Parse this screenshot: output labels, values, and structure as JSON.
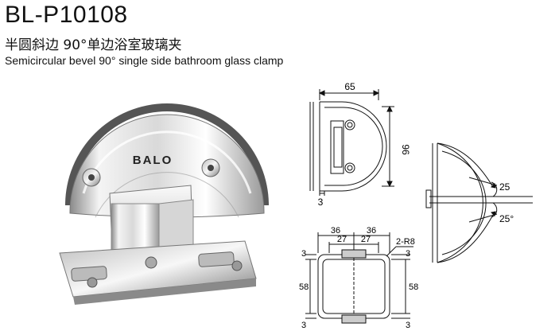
{
  "product": {
    "model": "BL-P10108",
    "name_cn": "半圆斜边 90°单边浴室玻璃夹",
    "name_en": "Semicircular bevel 90° single side bathroom glass clamp",
    "brand_logo": "BALO"
  },
  "drawing_side": {
    "width": "65",
    "height": "96",
    "gap": "3"
  },
  "drawing_angle": {
    "angle_top": "25",
    "angle_bottom": "25°"
  },
  "drawing_front": {
    "left_width": "36",
    "left_inner": "27",
    "right_width": "36",
    "right_inner": "27",
    "radius": "2-R8",
    "left_height": "58",
    "right_height": "58",
    "top_left_offset": "3",
    "top_right_offset": "3",
    "bottom_left_offset": "3",
    "bottom_right_offset": "3"
  }
}
